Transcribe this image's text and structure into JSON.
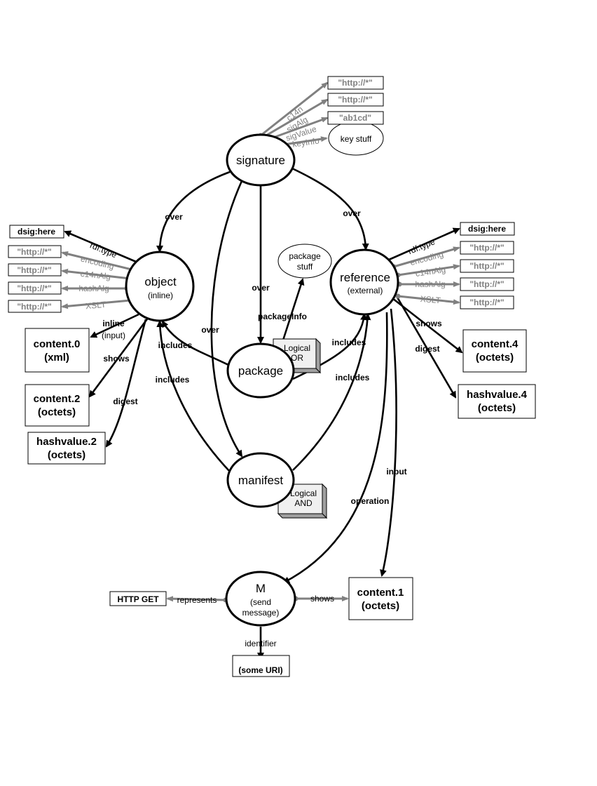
{
  "nodes": {
    "signature": "signature",
    "object": "object",
    "object_sub": "(inline)",
    "reference": "reference",
    "reference_sub": "(external)",
    "package": "package",
    "manifest": "manifest",
    "m": "M",
    "m_sub1": "(send",
    "m_sub2": "message)",
    "package_stuff1": "package",
    "package_stuff2": "stuff",
    "key_stuff": "key stuff"
  },
  "boxes": {
    "sig_c14n": "\"http://*\"",
    "sig_sigalg": "\"http://*\"",
    "sig_sigvalue": "\"ab1cd\"",
    "obj_dsig": "dsig:here",
    "obj_encoding": "\"http://*\"",
    "obj_c14n": "\"http://*\"",
    "obj_hash": "\"http://*\"",
    "obj_xslt": "\"http://*\"",
    "ref_dsig": "dsig:here",
    "ref_encoding": "\"http://*\"",
    "ref_c14n": "\"http://*\"",
    "ref_hash": "\"http://*\"",
    "ref_xslt": "\"http://*\"",
    "content0": [
      "content.0",
      "(xml)"
    ],
    "content2": [
      "content.2",
      "(octets)"
    ],
    "hashvalue2": [
      "hashvalue.2",
      "(octets)"
    ],
    "content4": [
      "content.4",
      "(octets)"
    ],
    "hashvalue4": [
      "hashvalue.4",
      "(octets)"
    ],
    "content1": [
      "content.1",
      "(octets)"
    ],
    "http_get": "HTTP GET",
    "some_uri": "(some URI)",
    "logical_or": [
      "Logical",
      "OR"
    ],
    "logical_and": [
      "Logical",
      "AND"
    ]
  },
  "edges": {
    "over": "over",
    "package_info": "packageInfo",
    "includes": "includes",
    "inline": "inline",
    "input_paren": "(input)",
    "shows": "shows",
    "digest": "digest",
    "input": "input",
    "operation": "operation",
    "represents": "represents",
    "identifier": "identifier",
    "rdf_type": "rdf:type",
    "encoding": "encoding",
    "c14nalg": "c14nAlg",
    "hashalg": "hashAlg",
    "xslt": "XSLT",
    "c14n": "c14n",
    "sigalg": "sigAlg",
    "sigvalue": "sigValue",
    "keyinfo": "keyInfo"
  }
}
